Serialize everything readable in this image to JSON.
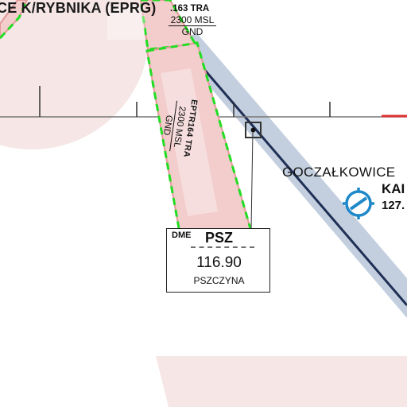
{
  "map": {
    "airspace_labels": {
      "rybnika": "CE K/RYBNIKA (EPRG)",
      "tra163": {
        "name": ".163 TRA",
        "upper": "2300 MSL",
        "lower": "GND"
      },
      "tra164": {
        "name": "EPTR164 TRA",
        "upper": "2300 MSL",
        "lower": "GND"
      }
    },
    "navaid": {
      "type": "DME",
      "ident": "PSZ",
      "frequency": "116.90",
      "name": "PSZCZYNA"
    },
    "places": {
      "town": "GOCZAŁKOWICE",
      "airport_partial": "KAI",
      "airport_freq_partial": "127."
    },
    "colors": {
      "restricted_fill": "#f6e6e6",
      "tra_fill": "#f3cccc",
      "tra_border": "#e39a9a",
      "tra_dash": "#22dd22",
      "route_band": "#b8c7d8",
      "route_line": "#1f2f55",
      "airport_symbol": "#1e88c9",
      "red_segment": "#dd3333"
    }
  }
}
